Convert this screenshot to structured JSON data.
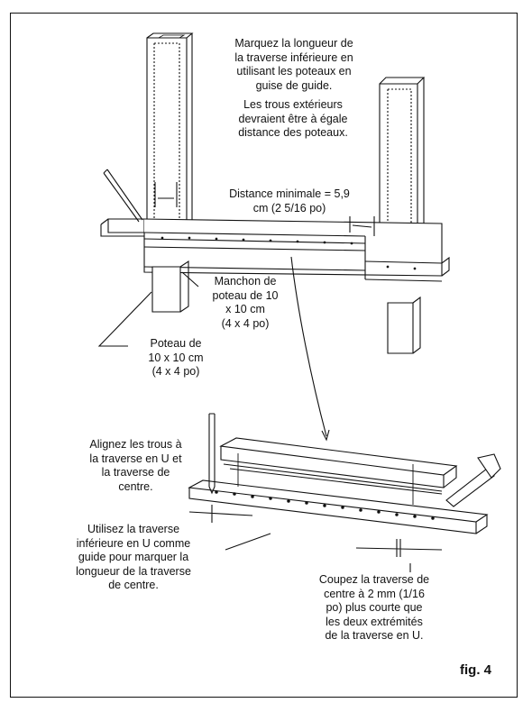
{
  "labels": {
    "mark_length": "Marquez la longueur de\nla traverse inférieure en\nutilisant les poteaux en\nguise de guide.",
    "outer_holes": "Les trous extérieurs\ndevraient être à égale\ndistance des poteaux.",
    "min_distance": "Distance minimale = 5,9\ncm (2 5/16 po)",
    "post_sleeve": "Manchon de\npoteau de 10\nx 10 cm\n(4 x 4 po)",
    "post": "Poteau de\n10 x 10 cm\n(4 x 4 po)",
    "align_holes": "Alignez les trous à\nla traverse en U et\nla traverse de\ncentre.",
    "use_rail": "Utilisez la traverse\ninférieure en U comme\nguide pour marquer la\nlongueur de la traverse\nde centre.",
    "cut_rail": "Coupez la traverse de\ncentre à 2 mm (1/16\npo) plus courte que\nles deux extrémités\nde la traverse en U."
  },
  "figure_label": "fig. 4"
}
